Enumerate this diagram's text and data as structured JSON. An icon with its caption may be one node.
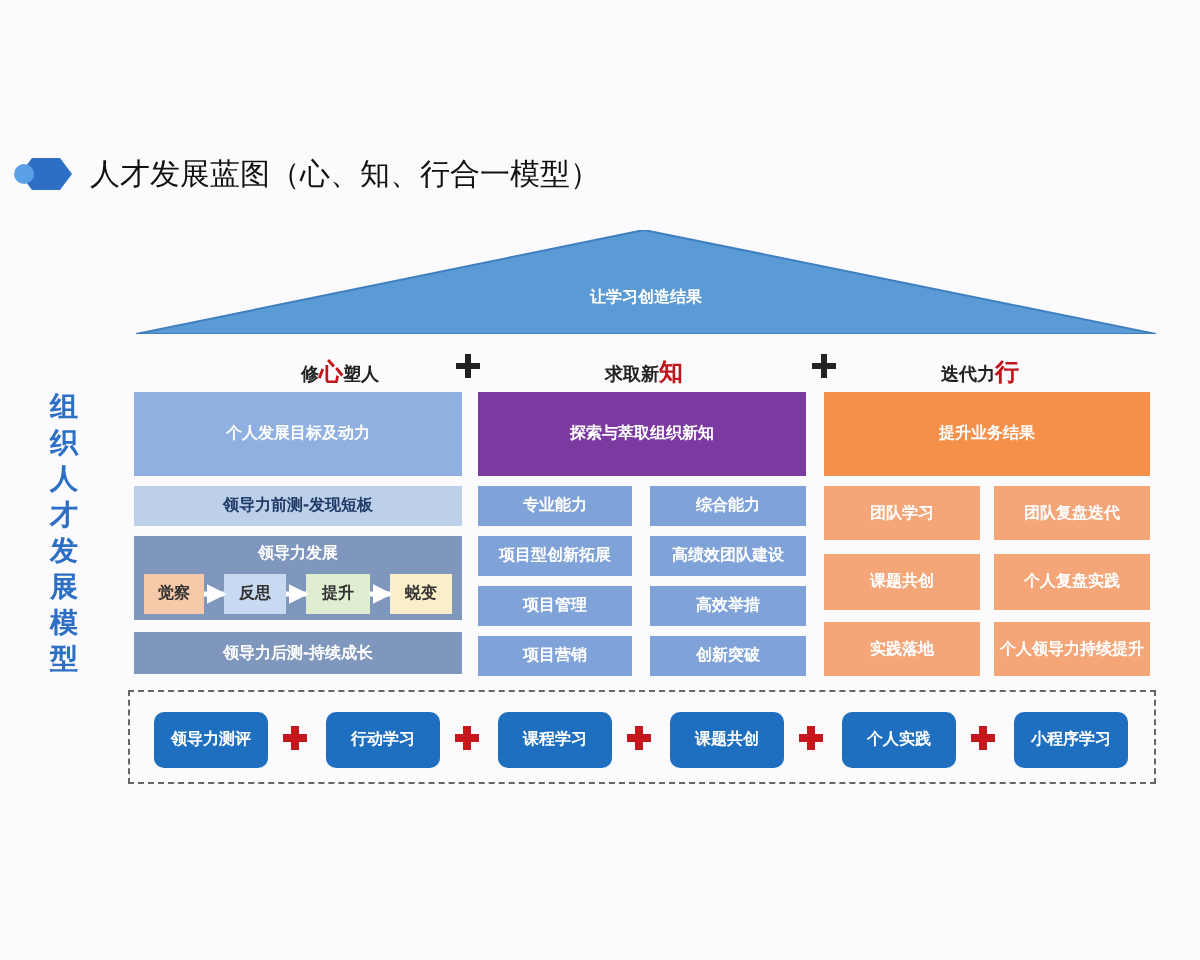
{
  "diagram": {
    "title": "人才发展蓝图（心、知、行合一模型）",
    "nodes": [
      {
        "text": [
          "让学习创造结果"
        ]
      },
      {
        "text": [
          "个人发展目标及动力"
        ]
      },
      {
        "text": [
          "领导力前测-发现短板"
        ]
      },
      {
        "text": [
          "领导力发展"
        ]
      },
      {
        "text": [
          "觉察"
        ],
        "in": 3
      },
      {
        "text": [
          "反思"
        ],
        "in": 3
      },
      {
        "text": [
          "提升"
        ],
        "in": 3
      },
      {
        "text": [
          "蜕变"
        ],
        "in": 3
      },
      {
        "text": [
          "领导力后测-持续成长"
        ]
      },
      {
        "text": [
          "探索与萃取组织新知"
        ]
      },
      {
        "text": [
          "专业能力"
        ]
      },
      {
        "text": [
          "综合能力"
        ]
      },
      {
        "text": [
          "项目型创新拓展"
        ]
      },
      {
        "text": [
          "高绩效团队建设"
        ]
      },
      {
        "text": [
          "项目管理"
        ]
      },
      {
        "text": [
          "高效举措"
        ]
      },
      {
        "text": [
          "项目营销"
        ]
      },
      {
        "text": [
          "创新突破"
        ]
      },
      {
        "text": [
          "提升业务结果"
        ]
      },
      {
        "text": [
          "团队学习"
        ]
      },
      {
        "text": [
          "团队复盘迭代"
        ]
      },
      {
        "text": [
          "课题共创"
        ]
      },
      {
        "text": [
          "个人复盘实践"
        ]
      },
      {
        "text": [
          "实践落地"
        ]
      },
      {
        "text": [
          "个人领导力持续提升"
        ]
      },
      {
        "text": [],
        "shape": "box"
      },
      {
        "text": [
          "领导力测评"
        ],
        "in": 25
      },
      {
        "text": [
          "行动学习"
        ],
        "in": 25
      },
      {
        "text": [
          "课程学习"
        ],
        "in": 25
      },
      {
        "text": [
          "课题共创"
        ],
        "in": 25
      },
      {
        "text": [
          "个人实践"
        ],
        "in": 25
      },
      {
        "text": [
          "小程序学习"
        ],
        "in": 25
      }
    ],
    "edges": [
      {
        "from": 4,
        "to": 5,
        "arrow": "to"
      },
      {
        "from": 5,
        "to": 6,
        "arrow": "to"
      },
      {
        "from": 6,
        "to": 7,
        "arrow": "to"
      }
    ],
    "labels": [
      "组织人才发展模型",
      "修**心**塑人",
      "求取新**知**",
      "迭代力**行**"
    ]
  }
}
